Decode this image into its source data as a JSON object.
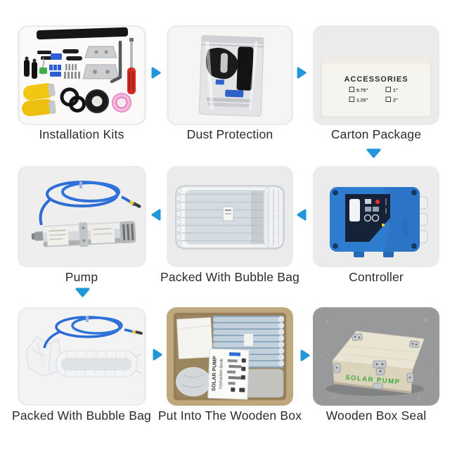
{
  "page_type": "product-packaging-process-diagram",
  "colors": {
    "arrow": "#2097d8",
    "card_bg": "#ebebeb",
    "label_text": "#2b2b2b",
    "controller_blue": "#2e7cd0",
    "wood": "#eae4d3",
    "brand_green": "#3aa83e"
  },
  "steps": [
    {
      "id": "installation-kits",
      "label": "Installation Kits"
    },
    {
      "id": "dust-protection",
      "label": "Dust Protection"
    },
    {
      "id": "carton-package",
      "label": "Carton Package"
    },
    {
      "id": "pump",
      "label": "Pump"
    },
    {
      "id": "packed-with-bubble-bag",
      "label": "Packed With Bubble Bag"
    },
    {
      "id": "controller",
      "label": "Controller"
    },
    {
      "id": "packed-with-bubble-bag-2",
      "label": "Packed With Bubble Bag"
    },
    {
      "id": "put-into-wooden-box",
      "label": "Put Into The Wooden Box"
    },
    {
      "id": "wooden-box-seal",
      "label": "Wooden Box Seal"
    }
  ],
  "carton": {
    "title": "ACCESSORIES",
    "options": [
      "0.75\"",
      "1\"",
      "1.25\"",
      "2\""
    ]
  },
  "book": {
    "title": "SOLAR PUMP",
    "subtitle": "Instruction Book"
  },
  "sealed_box": {
    "text": "SOLAR PUMP"
  }
}
